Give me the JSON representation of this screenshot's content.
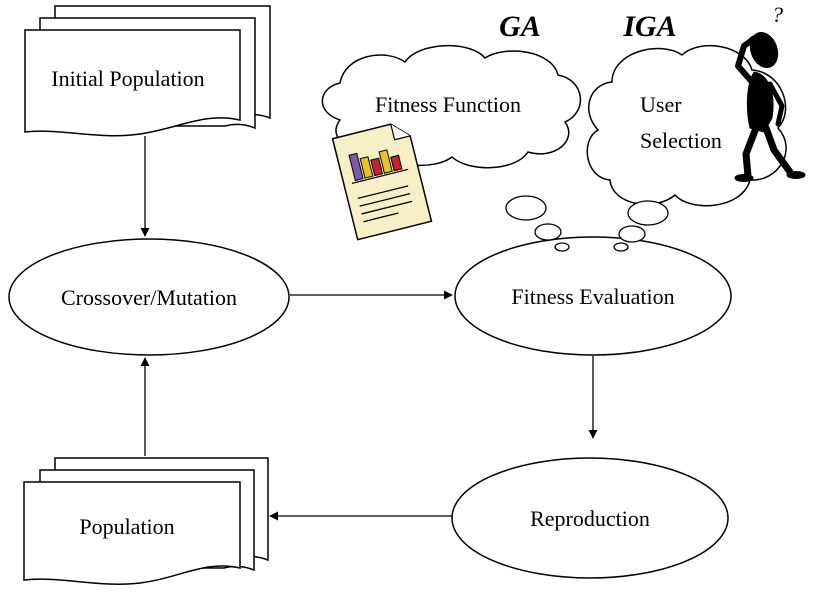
{
  "diagram": {
    "nodes": {
      "initial_population": "Initial Population",
      "crossover_mutation": "Crossover/Mutation",
      "fitness_evaluation": "Fitness Evaluation",
      "reproduction": "Reproduction",
      "population": "Population"
    },
    "clouds": {
      "ga_title": "GA",
      "iga_title": "IGA",
      "fitness_function": "Fitness Function",
      "user_line1": "User",
      "user_line2": "Selection"
    },
    "colors": {
      "stroke": "#000000",
      "document_paper": "#f7efc6",
      "bar_purple": "#7d5aa8",
      "bar_yellow": "#e9c429",
      "bar_red": "#c8202c"
    },
    "icons": [
      "document-chart-icon",
      "thinking-person-icon"
    ]
  }
}
